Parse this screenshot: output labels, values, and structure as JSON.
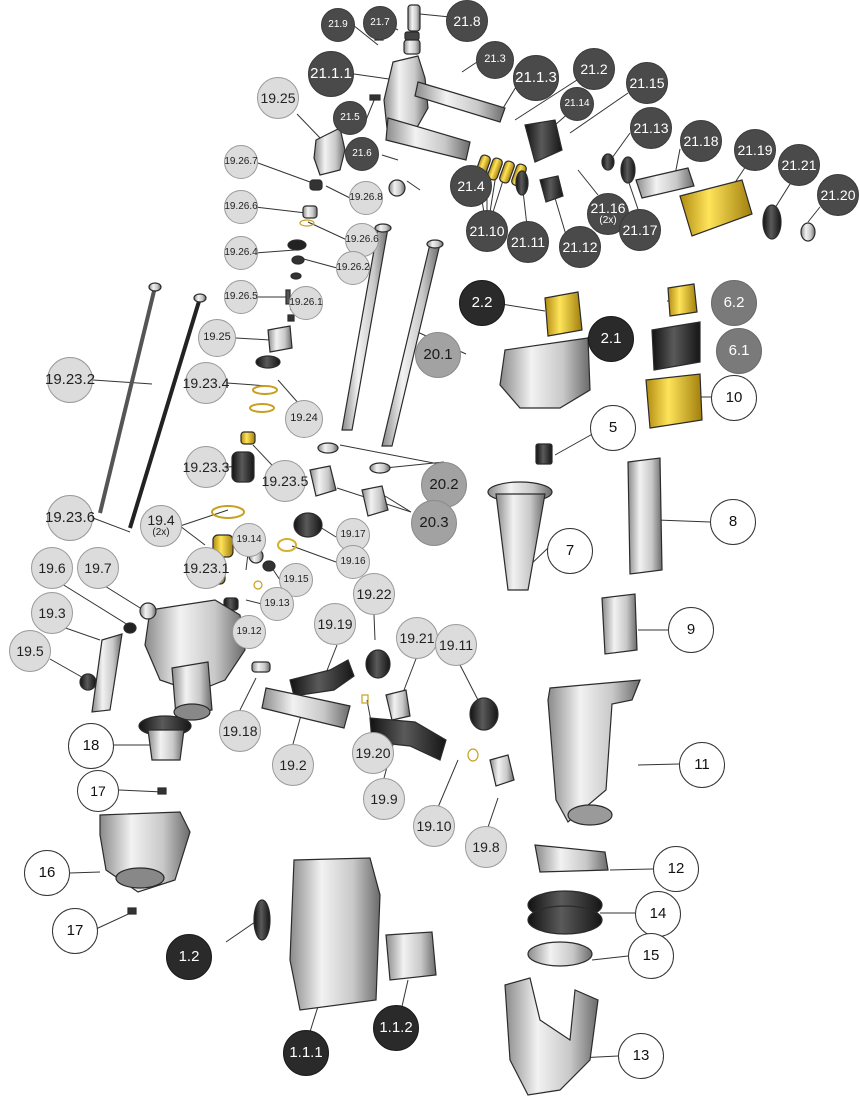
{
  "figure": "exploded-parts-diagram",
  "colors": {
    "brass": "#e8c21a",
    "metal": "#d6d6d6",
    "outline": "#2b2b2b",
    "dark_part": "#2a2a2a"
  },
  "callouts": {
    "c21_9": "21.9",
    "c21_7": "21.7",
    "c21_8": "21.8",
    "c21_3": "21.3",
    "c21_1_1": "21.1.1",
    "c21_1_3": "21.1.3",
    "c21_2": "21.2",
    "c21_15": "21.15",
    "c21_14": "21.14",
    "c21_5": "21.5",
    "c21_13": "21.13",
    "c21_18": "21.18",
    "c21_19": "21.19",
    "c21_21": "21.21",
    "c21_20": "21.20",
    "c21_6": "21.6",
    "c21_4": "21.4",
    "c21_10": "21.10",
    "c21_11": "21.11",
    "c21_12": "21.12",
    "c21_16": "21.16",
    "c21_16_sub": "(2x)",
    "c21_17": "21.17",
    "c19_25a": "19.25",
    "c19_26_7": "19.26.7",
    "c19_26_8": "19.26.8",
    "c19_26_6a": "19.26.6",
    "c19_26_6b": "19.26.6",
    "c19_26_4": "19.26.4",
    "c19_26_2": "19.26.2",
    "c19_26_5": "19.26.5",
    "c19_26_1": "19.26.1",
    "c19_25b": "19.25",
    "c19_23_2": "19.23.2",
    "c19_23_4": "19.23.4",
    "c19_24": "19.24",
    "c19_23_3": "19.23.3",
    "c19_23_5": "19.23.5",
    "c19_23_6": "19.23.6",
    "c19_4": "19.4",
    "c19_4_sub": "(2x)",
    "c19_23_1": "19.23.1",
    "c19_14": "19.14",
    "c19_17": "19.17",
    "c19_16": "19.16",
    "c19_15": "19.15",
    "c19_13": "19.13",
    "c19_12": "19.12",
    "c19_6": "19.6",
    "c19_7": "19.7",
    "c19_3": "19.3",
    "c19_5": "19.5",
    "c19_19": "19.19",
    "c19_22": "19.22",
    "c19_21": "19.21",
    "c19_11": "19.11",
    "c19_18": "19.18",
    "c19_2": "19.2",
    "c19_20": "19.20",
    "c19_9": "19.9",
    "c19_10": "19.10",
    "c19_8": "19.8",
    "c20_1": "20.1",
    "c20_2": "20.2",
    "c20_3": "20.3",
    "c2_2": "2.2",
    "c2_1": "2.1",
    "c6_2": "6.2",
    "c6_1": "6.1",
    "c10": "10",
    "c5": "5",
    "c8": "8",
    "c7": "7",
    "c9": "9",
    "c11": "11",
    "c18": "18",
    "c17a": "17",
    "c16": "16",
    "c17b": "17",
    "c12": "12",
    "c14": "14",
    "c15": "15",
    "c13": "13",
    "c1_2": "1.2",
    "c1_1_1": "1.1.1",
    "c1_1_2": "1.1.2"
  }
}
